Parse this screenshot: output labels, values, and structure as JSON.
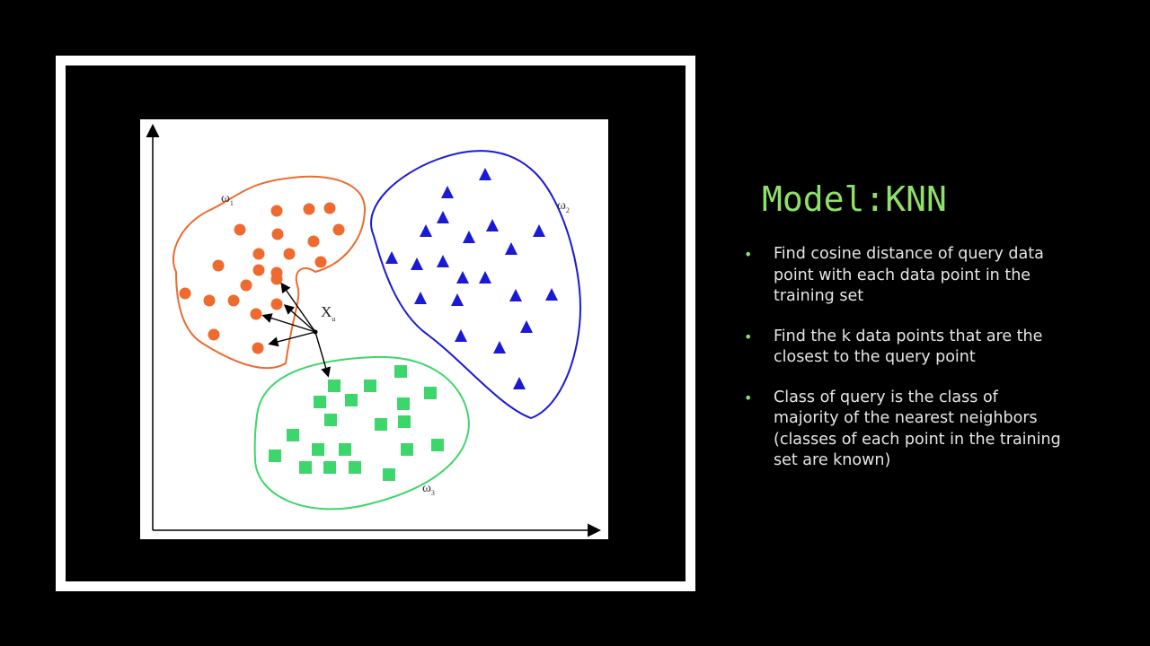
{
  "slide": {
    "title": "Model:KNN",
    "bullets": [
      "Find cosine distance of query data point with each data point in the training set",
      "Find the k data points that are the closest to the query point",
      "Class of query is the class of majority of the nearest neighbors (classes of each point in the training set are known)"
    ],
    "bullet_glyph": "•"
  },
  "colors": {
    "background": "#000000",
    "title": "#8ee06a",
    "bullet_text": "#e6e6e6",
    "class1": "#ee6a2e",
    "class2": "#1a1ad6",
    "class3": "#3dd66a"
  },
  "diagram": {
    "class_labels": {
      "w1": "ω",
      "w1_sub": "1",
      "w2": "ω",
      "w2_sub": "2",
      "w3": "ω",
      "w3_sub": "3"
    },
    "query_label": "X",
    "query_label_sub": "u"
  }
}
